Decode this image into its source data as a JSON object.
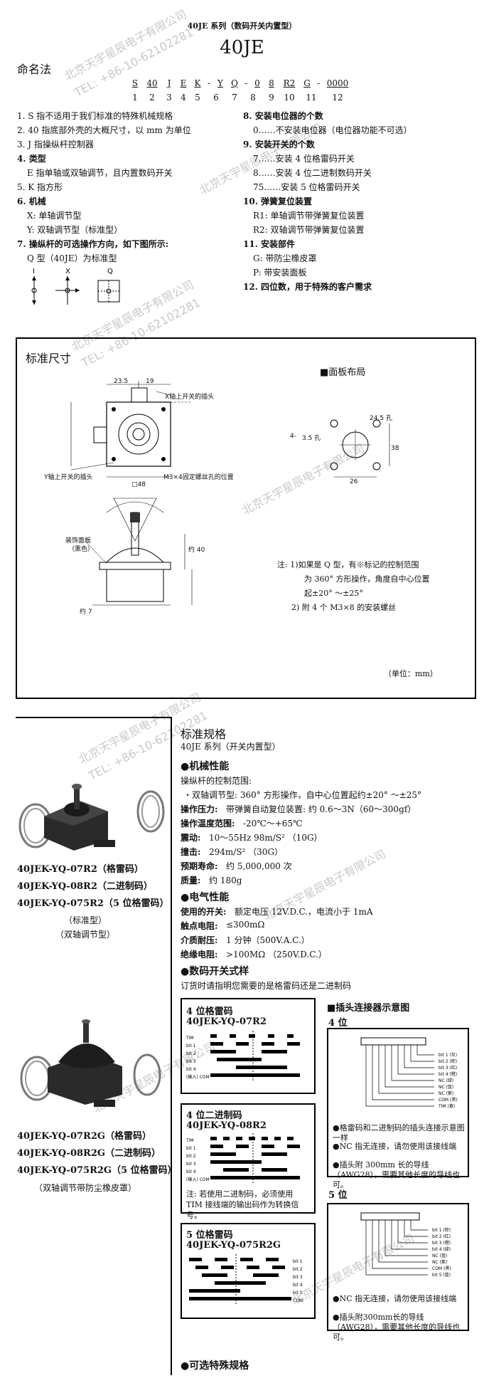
{
  "header": {
    "series": "40JE 系列（数码开关内置型）",
    "model": "40JE"
  },
  "naming": {
    "title": "命名法",
    "code_chars": [
      "S",
      "40",
      "J",
      "E",
      "K",
      "-",
      "Y",
      "Q",
      "-",
      "0",
      "8",
      "R2",
      "G",
      "-",
      "0000"
    ],
    "code_nums": [
      "1",
      "2",
      "3",
      "4",
      "5",
      "6",
      "7",
      "8",
      "9",
      "10",
      "11",
      "12"
    ],
    "left_list": [
      "1. S 指不适用于我们标准的特殊机械规格",
      "2. 40 指底部外壳的大概尺寸，以 mm 为单位",
      "3. J 指操纵杆控制器",
      "4. 类型",
      "E 指单轴或双轴调节，且内置数码开关",
      "5. K 指方形",
      "6. 机械",
      "X: 单轴调节型",
      "Y: 双轴调节型（标准型）",
      "7. 操纵杆的可选操作方向，如下图所示:",
      "Q 型（40JE）为标准型"
    ],
    "right_list": [
      "8. 安装电位器的个数",
      "0……不安装电位器（电位器功能不可选）",
      "9. 安装开关的个数",
      "7……安装 4 位格雷码开关",
      "8……安装 4 位二进制数码开关",
      "75……安装 5 位格雷码开关",
      "10. 弹簧复位装置",
      "R1: 单轴调节带弹簧复位装置",
      "R2: 双轴调节带弹簧复位装置",
      "11. 安装部件",
      "G: 带防尘橡皮罩",
      "P: 带安装面板",
      "12. 四位数，用于特殊的客户需求"
    ],
    "dir_labels": [
      "I",
      "X",
      "Q"
    ]
  },
  "dims": {
    "title": "标准尺寸",
    "panel_title": "■面板布局",
    "x_switch": "X轴上开关的插头",
    "y_switch": "Y轴上开关的插头",
    "m3": "M3×4固定螺丝孔的位置",
    "d48": "□48",
    "panel_label": "装饰面板",
    "panel_color": "（黑色）",
    "hole": "24.5 孔",
    "hole2": "4-",
    "hole3": "3.5 孔",
    "d26": "26",
    "d38": "38",
    "d235": "23.5",
    "d19": "19",
    "approx40": "约 40",
    "approx7": "约 7",
    "note1": "注: 1)如果是 Q 型，有※标记的控制范围",
    "note2": "为 360° 方形操作，角度自中心位置",
    "note3": "起±20° ～±25°",
    "note4": "2) 附 4 个 M3×8 的安装螺丝",
    "unit": "（单位：mm）"
  },
  "products": {
    "p1_lines": [
      "40JEK-YQ-07R2（格雷码）",
      "40JEK-YQ-08R2（二进制码）",
      "40JEK-YQ-075R2（5 位格雷码）"
    ],
    "p1_sub": [
      "（标准型）",
      "（双轴调节型）"
    ],
    "p2_lines": [
      "40JEK-YQ-07R2G（格雷码）",
      "40JEK-YQ-08R2G（二进制码）",
      "40JEK-YQ-075R2G（5 位格雷码）"
    ],
    "p2_sub": "（双轴调节带防尘橡皮罩）"
  },
  "specs": {
    "title": "标准规格",
    "subtitle": "40JE 系列（开关内置型）",
    "mech_title": "●机械性能",
    "range_label": "操纵杆的控制范围:",
    "range_val": "・双轴调节型: 360° 方形操作，自中心位置起约±20° ～±25°",
    "mech": [
      [
        "操作压力:",
        "带弹簧自动复位装置: 约 0.6～3N（60～300gf）"
      ],
      [
        "操作温度范围:",
        "-20℃～+65℃"
      ],
      [
        "震动:",
        "10～55Hz 98m/S² （10G）"
      ],
      [
        "撞击:",
        "294m/S² （30G）"
      ],
      [
        "预期寿命:",
        "约 5,000,000 次"
      ],
      [
        "质量:",
        "约 180g"
      ]
    ],
    "elec_title": "●电气性能",
    "elec": [
      [
        "使用的开关:",
        "额定电压 12V.D.C.，电流小于 1mA"
      ],
      [
        "触点电阻:",
        "≤300mΩ"
      ],
      [
        "介质耐压:",
        "1 分钟（500V.A.C.）"
      ],
      [
        "绝缘电阻:",
        ">100MΩ （250V.D.C.）"
      ]
    ],
    "code_title": "●数码开关式样",
    "code_note": "订货时请指明您需要的是格雷码还是二进制码",
    "connector_title": "■插头连接器示意图",
    "pos4": "4 位",
    "pos5": "5 位",
    "box1_t1": "4 位格雷码",
    "box1_t2": "40JEK-YQ-07R2",
    "box2_t1": "4 位二进制码",
    "box2_t2": "40JEK-YQ-08R2",
    "box2_note": "注: 若使用二进制码，必须使用 TIM 接线端的输出码作为转换信号。",
    "box3_t1": "5 位格雷码",
    "box3_t2": "40JEK-YQ-075R2G",
    "conn4_notes": [
      "●格雷码和二进制码的插头连接示意图一样",
      "●NC 指无连接，请勿使用该接线端",
      "●插头附 300mm 长的导线（AWG28），需要其他长度的导线也可。"
    ],
    "conn5_notes": [
      "●NC 指无连接，请勿使用该接线端",
      "●插头附300mm长的导线（AWG28），需要其他长度的导线也可。"
    ],
    "optional": "●可选特殊规格",
    "wave_bits4": [
      "TIM",
      "bit 1",
      "bit 2",
      "bit 3",
      "bit 4",
      "(输入) COM"
    ],
    "wave_bits5": [
      "bit 1",
      "bit 2",
      "bit 3",
      "bit 4",
      "bit 5",
      "COM"
    ],
    "conn4_pins": [
      "TIM (黄)",
      "COM (黑)",
      "NC (紫)",
      "NC (蓝)",
      "NC (绿)",
      "bit 4 (橙)",
      "bit 3 (红)",
      "bit 2 (棕)",
      "bit 1 (灰)"
    ],
    "conn5_pins": [
      "bit 5 (蓝)",
      "COM (黑)",
      "NC (紫)",
      "NC (蓝)",
      "bit 4 (绿)",
      "bit 3 (橙)",
      "bit 2 (红)",
      "bit 1 (棕)"
    ],
    "watermark": "北京天宇星辰电子有限公司",
    "watermark_tel": "TEL: +86-10-62102281"
  }
}
